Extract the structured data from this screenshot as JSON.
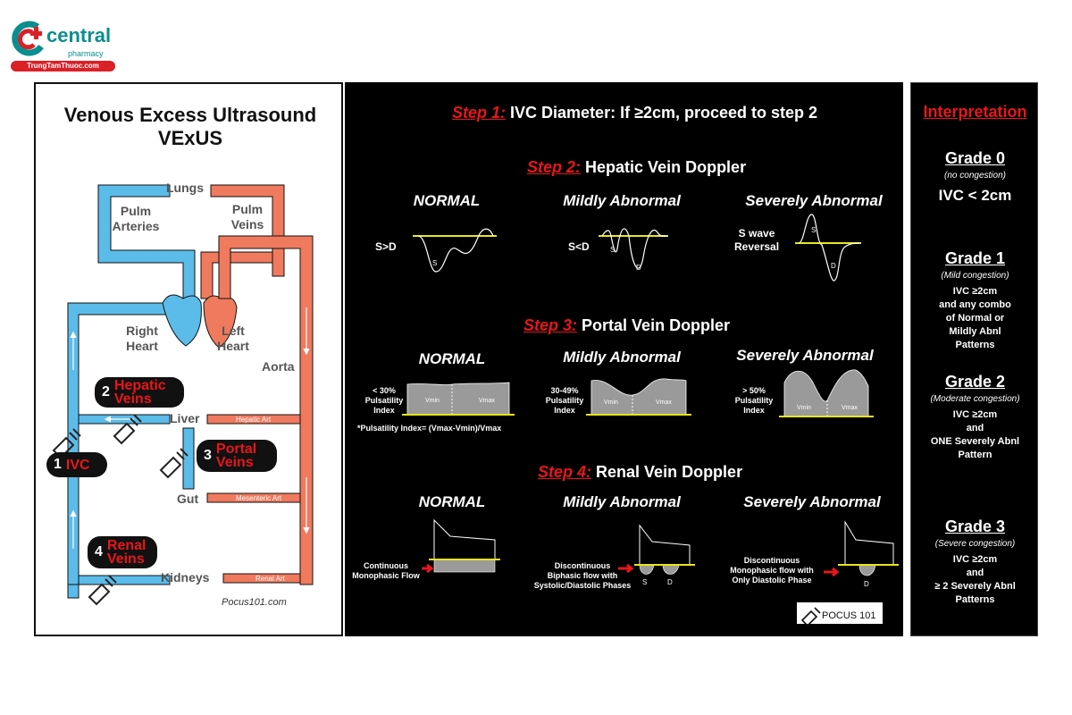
{
  "logo": {
    "brand": "central",
    "sub": "pharmacy",
    "site": "TrungTamThuoc.com"
  },
  "left": {
    "title_line1": "Venous Excess Ultrasound",
    "title_line2": "VExUS",
    "lungs": "Lungs",
    "pulm_arteries_1": "Pulm",
    "pulm_arteries_2": "Arteries",
    "pulm_veins_1": "Pulm",
    "pulm_veins_2": "Veins",
    "right_heart_1": "Right",
    "right_heart_2": "Heart",
    "left_heart_1": "Left",
    "left_heart_2": "Heart",
    "aorta": "Aorta",
    "liver": "Liver",
    "gut": "Gut",
    "kidneys": "Kidneys",
    "hepatic_art": "Hepatic Art",
    "mesenteric_art": "Mesenteric Art",
    "renal_art": "Renal Art",
    "credit": "Pocus101.com",
    "badges": {
      "ivc_num": "1",
      "ivc": "IVC",
      "hepatic_num": "2",
      "hepatic_1": "Hepatic",
      "hepatic_2": "Veins",
      "portal_num": "3",
      "portal_1": "Portal",
      "portal_2": "Veins",
      "renal_num": "4",
      "renal_1": "Renal",
      "renal_2": "Veins"
    }
  },
  "middle": {
    "step1_label": "Step 1:",
    "step1_text": "IVC Diameter: If ≥2cm, proceed to step 2",
    "step2_label": "Step 2:",
    "step2_text": "Hepatic Vein Doppler",
    "step3_label": "Step 3:",
    "step3_text": "Portal Vein Doppler",
    "step4_label": "Step 4:",
    "step4_text": "Renal Vein Doppler",
    "hep": {
      "normal": "NORMAL",
      "mild": "Mildly Abnormal",
      "severe": "Severely Abnormal",
      "normal_lbl": "S>D",
      "mild_lbl": "S<D",
      "severe_lbl_1": "S wave",
      "severe_lbl_2": "Reversal",
      "s": "S",
      "d": "D"
    },
    "portal": {
      "normal": "NORMAL",
      "mild": "Mildly Abnormal",
      "severe": "Severely Abnormal",
      "normal_lbl_1": "< 30%",
      "normal_lbl_2": "Pulsatility",
      "normal_lbl_3": "Index",
      "mild_lbl_1": "30-49%",
      "mild_lbl_2": "Pulsatility",
      "mild_lbl_3": "Index",
      "severe_lbl_1": "> 50%",
      "severe_lbl_2": "Pulsatility",
      "severe_lbl_3": "Index",
      "vmin": "Vmin",
      "vmax": "Vmax",
      "footnote": "*Pulsatility Index= (Vmax-Vmin)/Vmax"
    },
    "renal": {
      "normal": "NORMAL",
      "mild": "Mildly Abnormal",
      "severe": "Severely Abnormal",
      "normal_lbl_1": "Continuous",
      "normal_lbl_2": "Monophasic Flow",
      "mild_lbl_1": "Discontinuous",
      "mild_lbl_2": "Biphasic flow with",
      "mild_lbl_3": "Systolic/Diastolic Phases",
      "severe_lbl_1": "Discontinuous",
      "severe_lbl_2": "Monophasic flow with",
      "severe_lbl_3": "Only Diastolic Phase",
      "s": "S",
      "d": "D"
    },
    "pocus_logo": "POCUS 101"
  },
  "right": {
    "title": "Interpretation",
    "g0": "Grade 0",
    "g0_sub": "(no congestion)",
    "g0_body": "IVC < 2cm",
    "g1": "Grade 1",
    "g1_sub": "(Mild congestion)",
    "g1_b1": "IVC ≥2cm",
    "g1_b2": "and any combo",
    "g1_b3": "of Normal or",
    "g1_b4": "Mildly Abnl",
    "g1_b5": "Patterns",
    "g2": "Grade 2",
    "g2_sub": "(Moderate congestion)",
    "g2_b1": "IVC ≥2cm",
    "g2_b2": "and",
    "g2_b3": "ONE Severely Abnl",
    "g2_b4": "Pattern",
    "g3": "Grade 3",
    "g3_sub": "(Severe congestion)",
    "g3_b1": "IVC ≥2cm",
    "g3_b2": "and",
    "g3_b3": "≥ 2 Severely Abnl",
    "g3_b4": "Patterns"
  },
  "colors": {
    "vein_blue": "#5bbcea",
    "artery_red": "#ef7a5e",
    "accent_red": "#e8161b",
    "baseline_yellow": "#e6e619"
  }
}
